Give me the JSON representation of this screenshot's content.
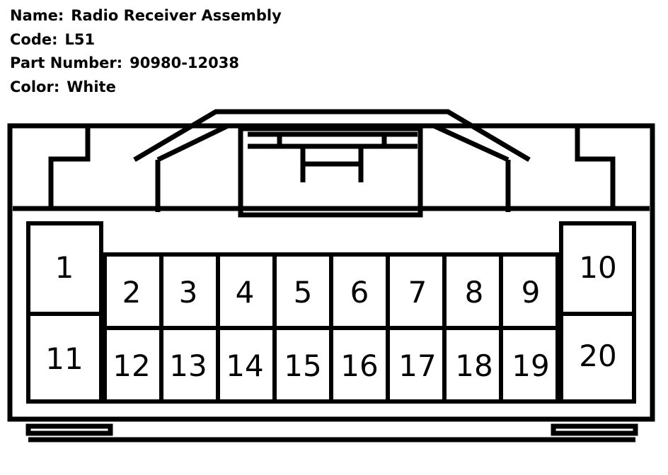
{
  "info": {
    "name_label": "Name:",
    "name_value": "Radio Receiver Assembly",
    "code_label": "Code:",
    "code_value": "L51",
    "part_label": "Part Number:",
    "part_value": "90980-12038",
    "color_label": "Color:",
    "color_value": "White"
  },
  "pins": {
    "p1": "1",
    "p2": "2",
    "p3": "3",
    "p4": "4",
    "p5": "5",
    "p6": "6",
    "p7": "7",
    "p8": "8",
    "p9": "9",
    "p10": "10",
    "p11": "11",
    "p12": "12",
    "p13": "13",
    "p14": "14",
    "p15": "15",
    "p16": "16",
    "p17": "17",
    "p18": "18",
    "p19": "19",
    "p20": "20"
  },
  "colors": {
    "line": "#000000",
    "background": "#ffffff"
  }
}
